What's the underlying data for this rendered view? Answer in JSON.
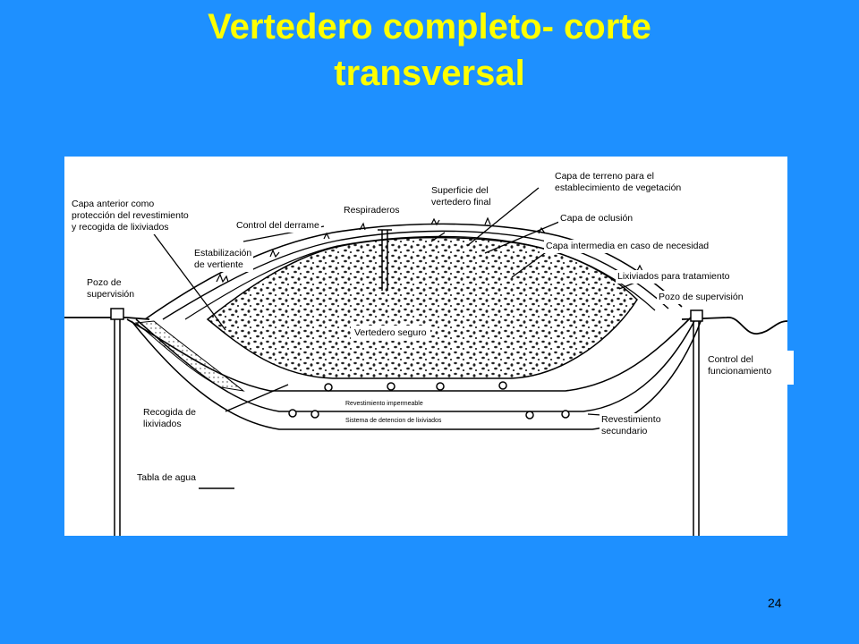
{
  "title": {
    "line1": "Vertedero completo- corte",
    "line2": "transversal"
  },
  "labels": {
    "capa_anterior": [
      "Capa anterior como",
      "protección del revestimiento",
      "y recogida de  lixiviados"
    ],
    "control_derrame": "Control del derrame",
    "respiraderos": "Respiraderos",
    "superficie": [
      "Superficie del",
      "vertedero final"
    ],
    "capa_terreno": [
      "Capa de terreno para el",
      "establecimiento de vegetación"
    ],
    "capa_oclusion": "Capa de oclusión",
    "capa_intermedia": "Capa intermedia en caso de necesidad",
    "lixiviados_tratamiento": "Lixiviados para tratamiento",
    "pozo_supervision_der": "Pozo de supervisión",
    "estabilizacion": [
      "Estabilización",
      "de vertiente"
    ],
    "pozo_supervision_izq": [
      "Pozo de",
      "supervisión"
    ],
    "vertedero_seguro": "Vertedero seguro",
    "control_funcionamiento": [
      "Control del",
      "funcionamiento"
    ],
    "revestimiento_impermeable": "Revestimiento  impermeable",
    "sistema_detencion": "Sistema de detencion  de lixiviados",
    "recogida_lixiviados": [
      "Recogida de",
      "lixiviados"
    ],
    "revestimiento_secundario": [
      "Revestimiento",
      "secundario"
    ],
    "tabla_agua": "Tabla de agua"
  },
  "page_number": "24"
}
